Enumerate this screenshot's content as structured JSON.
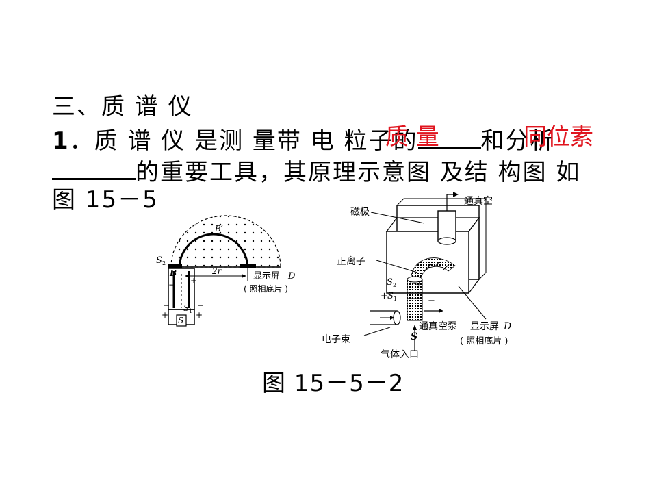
{
  "heading": "三、质 谱 仪",
  "para": {
    "num": "1",
    "p1": "．质 谱 仪 是测 量带 电 粒子的",
    "p2": "和分析",
    "p3": "的重要工具，其原理示意图 及结 构图 如",
    "p4": "图 15－5"
  },
  "answers": {
    "a1": "质 量",
    "a2": "同位素"
  },
  "caption": "图 15－5－2",
  "left_diagram": {
    "labels": {
      "s2": "S",
      "s2_sub": "2",
      "b_prime": "B′",
      "b": "B",
      "two_r": "2r",
      "screen": "显示屏",
      "screen_d": "D",
      "film": "( 照相底片 )",
      "s1": "S",
      "s1_sub": "1",
      "s": "S"
    }
  },
  "right_diagram": {
    "labels": {
      "magnet": "磁极",
      "vacuum": "通真空",
      "ion": "正离子",
      "s2": "S",
      "s2_sub": "2",
      "s1": "S",
      "s1_sub": "1",
      "beam": "电子束",
      "pump": "通真空泵",
      "screen": "显示屏",
      "screen_d": "D",
      "film": "( 照相底片 )",
      "s": "S",
      "gas": "气体入口"
    }
  }
}
